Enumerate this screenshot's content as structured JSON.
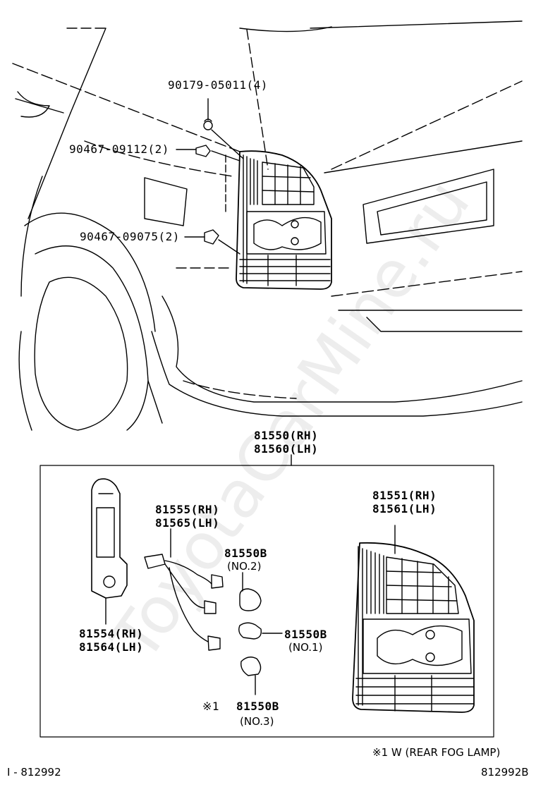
{
  "labels": {
    "p90179": "90179-05011(4)",
    "p90467a": "90467-09112(2)",
    "p90467b": "90467-09075(2)",
    "assy_rh": "81550(RH)",
    "assy_lh": "81560(LH)",
    "lens_rh": "81551(RH)",
    "lens_lh": "81561(LH)",
    "socket_rh": "81555(RH)",
    "socket_lh": "81565(LH)",
    "bulb_a": "81550B",
    "bulb_a_no": "(NO.2)",
    "bulb_b": "81550B",
    "bulb_b_no": "(NO.1)",
    "bulb_c_mark": "※1",
    "bulb_c": "81550B",
    "bulb_c_no": "(NO.3)",
    "gasket_rh": "81554(RH)",
    "gasket_lh": "81564(LH)"
  },
  "footnote": "※1  W (REAR FOG LAMP)",
  "ref_left": "I - 812992",
  "ref_right": "812992B",
  "watermark": "ToyotaCarMine.ru",
  "colors": {
    "line": "#000000",
    "watermark": "#dddddd"
  }
}
